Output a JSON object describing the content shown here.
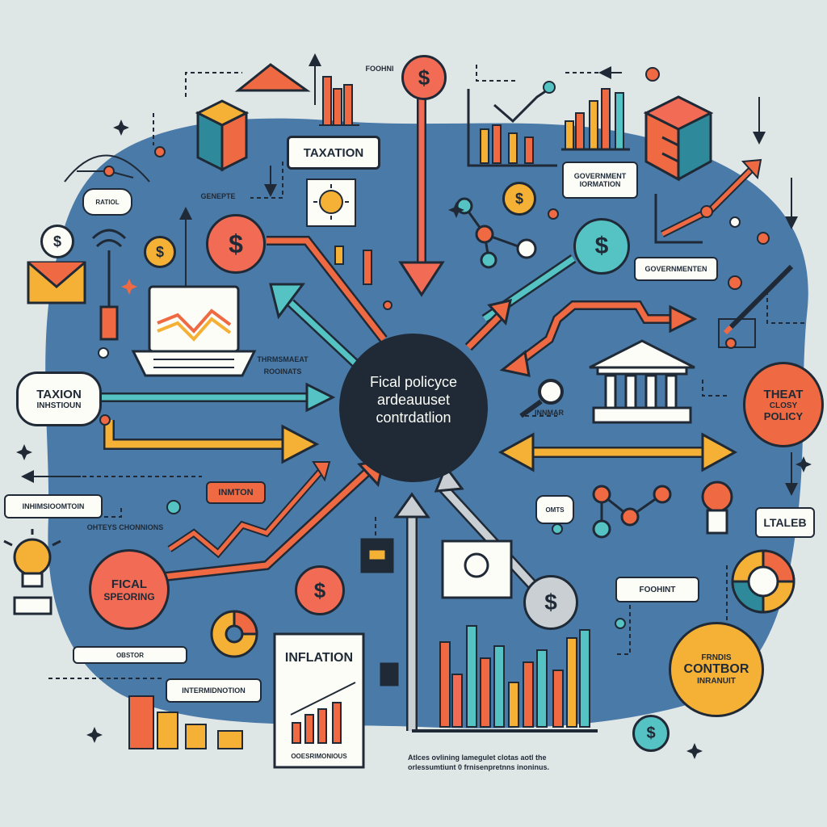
{
  "center": {
    "line1": "Fical policyce",
    "line2": "ardeauuset",
    "line3": "contrdatlion"
  },
  "labels": {
    "taxation": "TAXATION",
    "taxion": "TAXION",
    "taxion_sub": "INHSTIOUN",
    "fical_spending_1": "FICAL",
    "fical_spending_2": "SPEORING",
    "inflation": "INFLATION",
    "inflation_footer": "OOESRIMONIOUS",
    "inmon": "INMTON",
    "theat_1": "THEAT",
    "theat_2": "CLOSY",
    "theat_3": "POLICY",
    "contbor_1": "FRNDIS",
    "contbor_2": "CONTBOR",
    "contbor_3": "INRANUIT",
    "ltaleb": "LTALEB",
    "government_top": "GOVERNMENT",
    "government_top_2": "IORMATION",
    "government_mid": "GOVERNMENTEN",
    "foohint": "FOOHINT",
    "left_box": "INHIMSIOOMTOIN",
    "left_box_2": "OHTEYS CHONNIONS",
    "bottom_box": "INTERMIDNOTION",
    "footnote_1": "Atlces ovlining lamegulet clotas aotl the",
    "footnote_2": "orlessumtiunt  0 frnisenpretnns inoninus.",
    "tag_foohni": "FOOHNI",
    "tag_ratio": "RATIOL",
    "tag_gov_small": "GENEPTE",
    "tag_thrms": "THRMSMAEAT",
    "tag_rooinats": "ROOINATS",
    "tag_inn": "INNMAR",
    "tag_chart": "OBSTOR",
    "tag_cnts": "OMTS",
    "dollar": "$"
  },
  "colors": {
    "blob": "#4a7aa8",
    "navy": "#1f2a36",
    "orange": "#ef6a42",
    "coral": "#f26b55",
    "teal": "#55c2c3",
    "yellow": "#f5b135",
    "cream": "#fdfdf8"
  },
  "icons": [
    "laptop-chart-icon",
    "envelope-icon",
    "bank-building-icon",
    "lightbulb-icon",
    "magnifier-icon",
    "cube-icon",
    "sun-icon",
    "document-chart-icon",
    "donut-chart-icon",
    "bar-chart-icon",
    "network-icon"
  ]
}
